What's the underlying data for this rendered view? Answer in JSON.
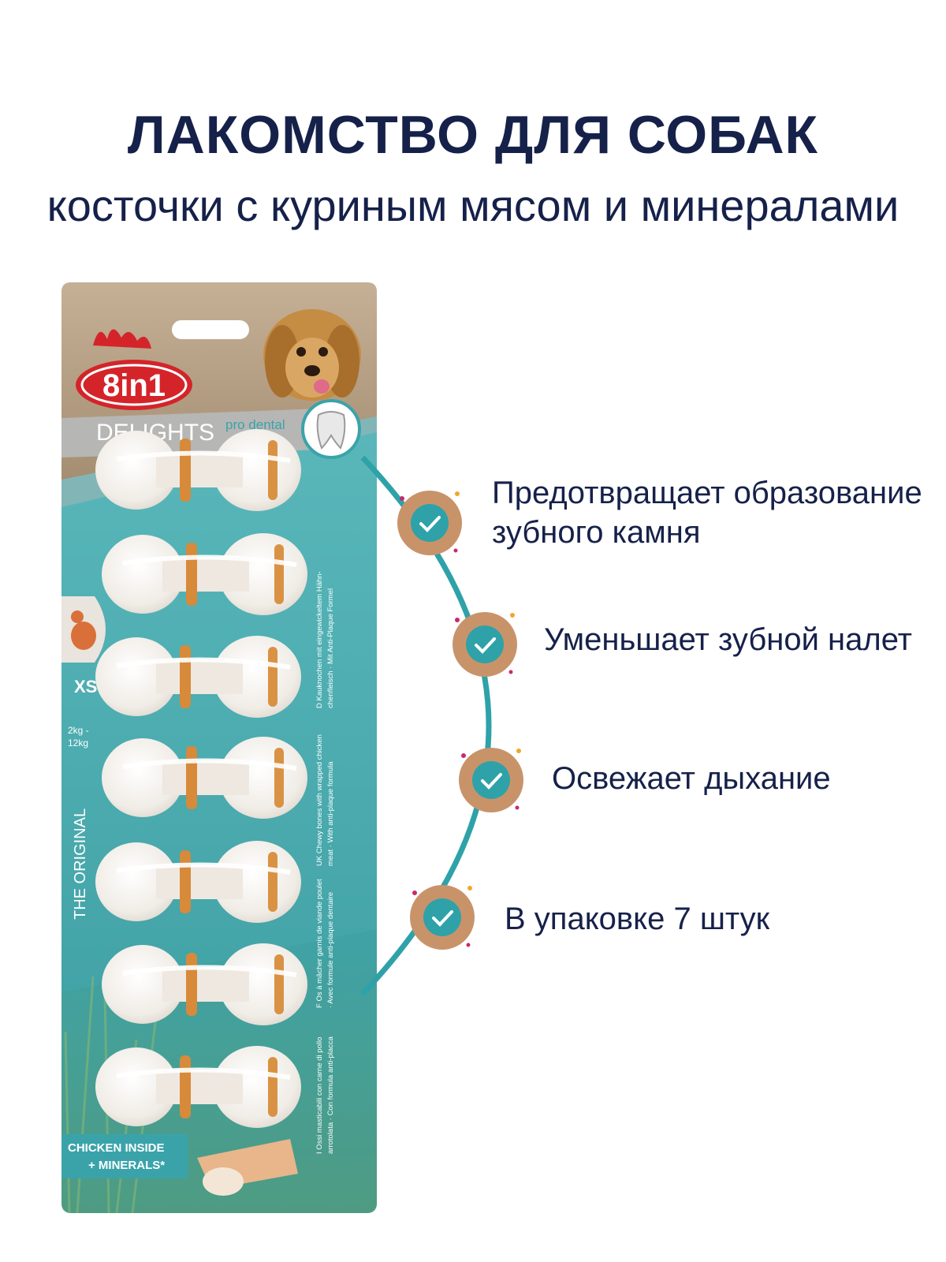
{
  "header": {
    "title": "ЛАКОМСТВО ДЛЯ СОБАК",
    "subtitle": "косточки с куриным мясом и минералами"
  },
  "package": {
    "brand": "8in1",
    "product_line": "DELIGHTS",
    "product_subline": "pro dental",
    "size": "XS",
    "weight_range": [
      "2kg -",
      "12kg"
    ],
    "series": "THE ORIGINAL",
    "banner": [
      "CHICKEN INSIDE",
      "+ MINERALS*"
    ],
    "side_text": [
      "D  Kauknochen mit eingewickeltem Hähn-",
      "chenfleisch · Mit Anti-Plaque Formel",
      "UK  Chewy bones with wrapped chicken",
      "meat · With anti-plaque formula",
      "F  Os à mâcher garnis de viande poulet",
      "· Avec formule anti-plaque dentaire",
      "I  Ossi masticabili con carne di pollo",
      "arrotolata · Con formula anti-placca"
    ],
    "colors": {
      "teal": "#3aa3aa",
      "tan": "#b7a084",
      "gray": "#a7a7a5",
      "red": "#d4242a"
    }
  },
  "features": [
    {
      "text": "Предотвращает образование\nзубного камня",
      "icon": "check-icon"
    },
    {
      "text": "Уменьшает зубной налет",
      "icon": "check-icon"
    },
    {
      "text": "Освежает дыхание",
      "icon": "check-icon"
    },
    {
      "text": "В упаковке 7 штук",
      "icon": "check-icon"
    }
  ],
  "colors": {
    "navy": "#16214a",
    "accent": "#2ea2a8",
    "badge": "#c9936a"
  }
}
